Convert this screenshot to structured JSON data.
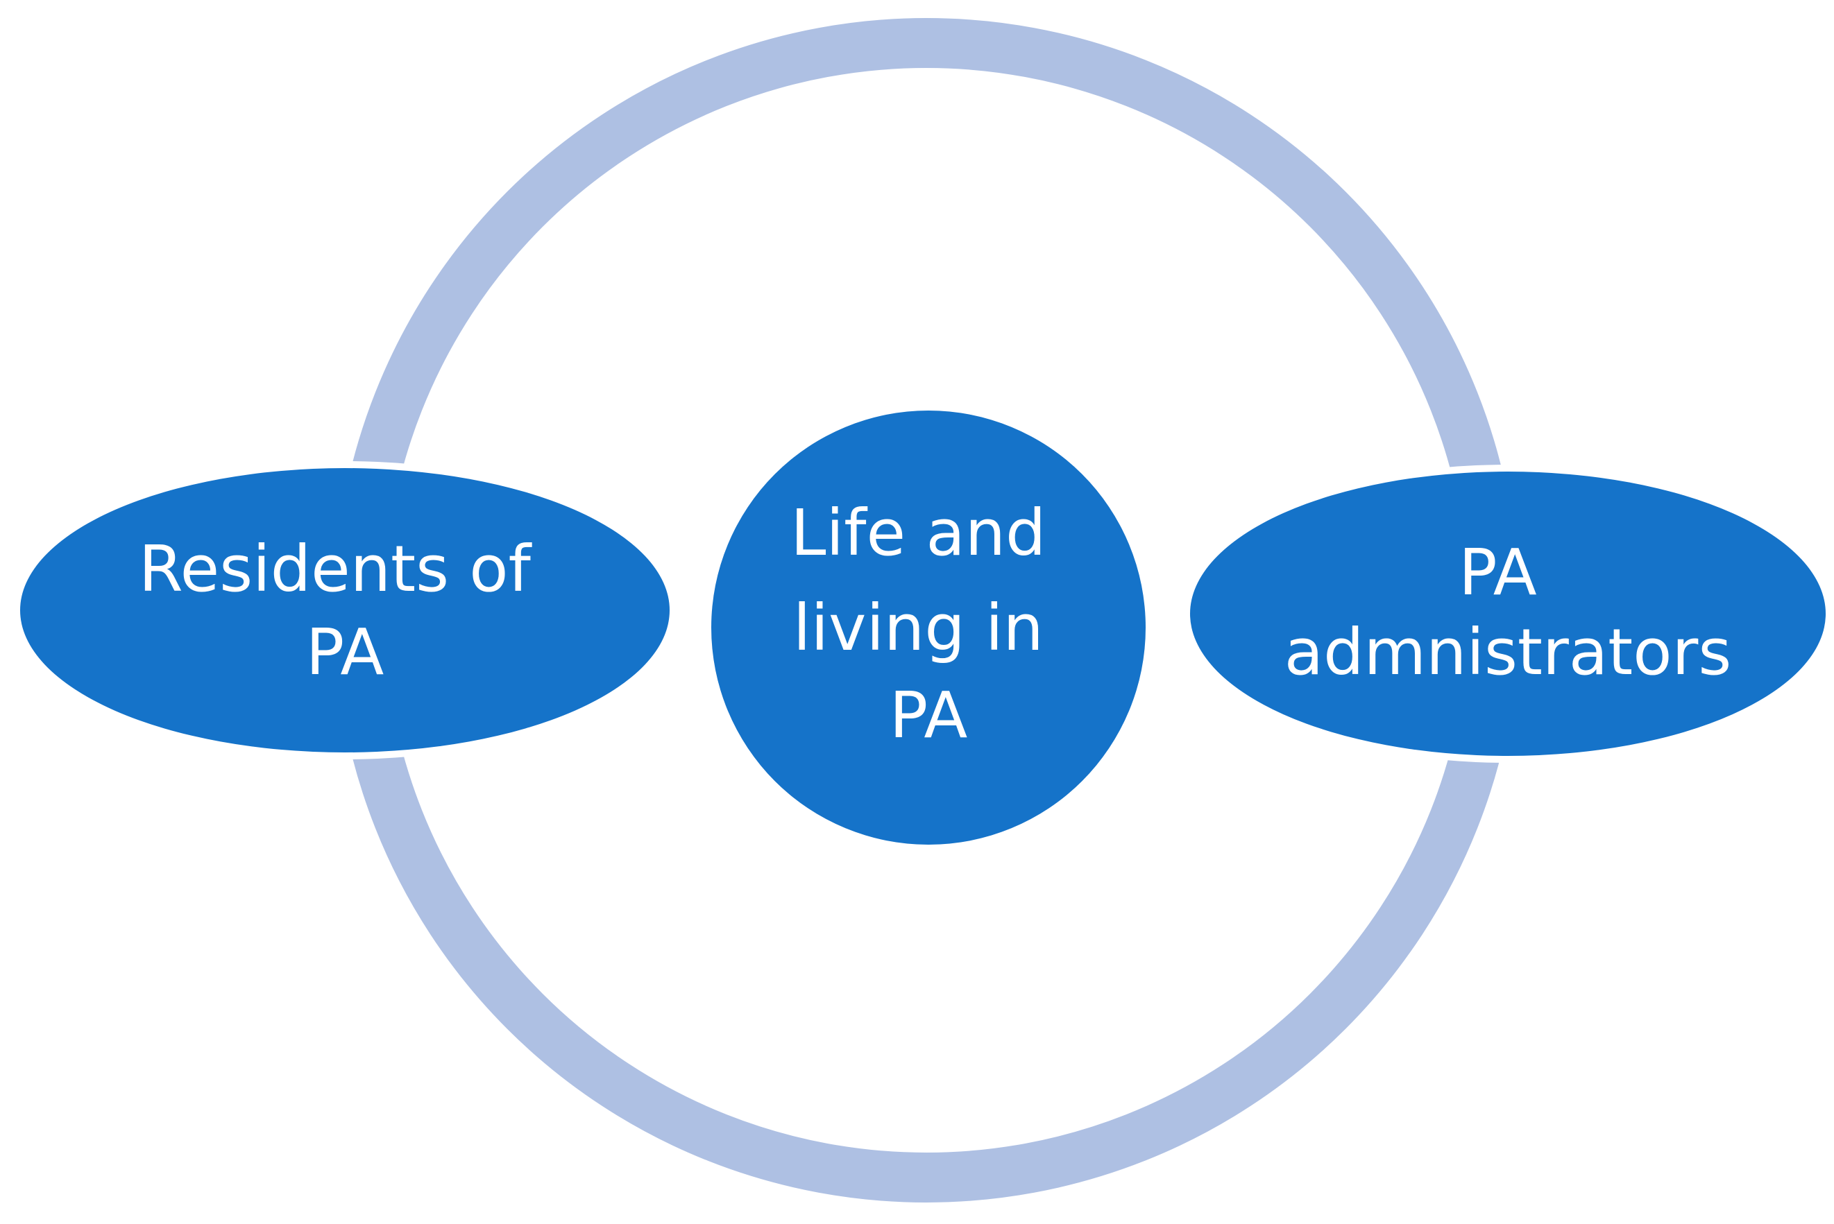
{
  "colors": {
    "ring": "#aec0e3",
    "node_fill": "#1573c9",
    "node_text": "#ffffff",
    "background": "#ffffff"
  },
  "center_node": {
    "lines": [
      "Life and",
      "living in",
      "PA"
    ]
  },
  "left_node": {
    "lines": [
      "Residents of",
      "PA"
    ]
  },
  "right_node": {
    "lines": [
      "PA",
      "admnistrators"
    ]
  }
}
